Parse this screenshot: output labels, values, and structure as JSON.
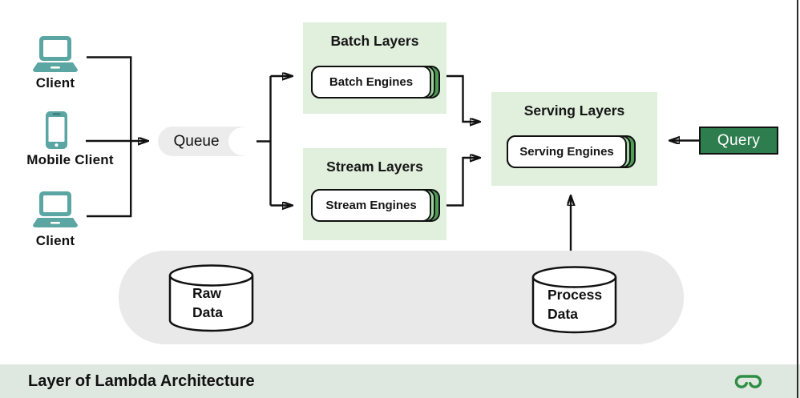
{
  "title": "Layer of Lambda Architecture diagram",
  "clients": [
    {
      "label": "Client",
      "icon": "laptop-icon"
    },
    {
      "label": "Mobile Client",
      "icon": "mobile-icon"
    },
    {
      "label": "Client",
      "icon": "laptop-icon"
    }
  ],
  "queue": {
    "label": "Queue"
  },
  "layers": {
    "batch": {
      "title": "Batch Layers",
      "engine": "Batch Engines"
    },
    "stream": {
      "title": "Stream Layers",
      "engine": "Stream Engines"
    },
    "serving": {
      "title": "Serving Layers",
      "engine": "Serving Engines"
    }
  },
  "query": {
    "label": "Query"
  },
  "datastores": {
    "raw": {
      "line1": "Raw",
      "line2": "Data"
    },
    "process": {
      "line1": "Process",
      "line2": "Data"
    }
  },
  "footer": {
    "title": "Layer of Lambda Architecture",
    "logo": "geeksforgeeks-logo"
  },
  "colors": {
    "client_teal": "#5BA5A3",
    "layer_box_green": "#E1EFDD",
    "stack_green_dark": "#4D9C57",
    "stack_green_light": "#9FD4A2",
    "query_green": "#2E7D4F",
    "footer_bg": "#DFE8E0",
    "logo_green": "#2F8D46",
    "neutral_gray": "#E9E9E9",
    "line_black": "#111111"
  }
}
